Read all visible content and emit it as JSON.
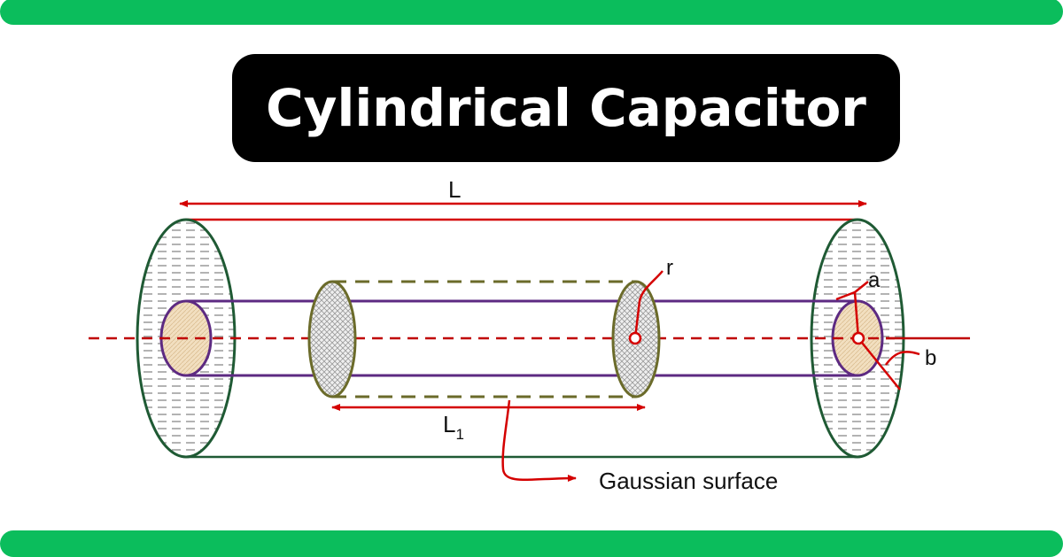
{
  "title": "Cylindrical Capacitor",
  "colors": {
    "accent_bar": "#0bbd5c",
    "outer_cylinder": "#1f5a34",
    "inner_conductor": "#5d2a82",
    "gaussian_surface": "#6b6b2a",
    "dimension_arrows": "#d40000",
    "inner_fill": "#f2dfc0"
  },
  "labels": {
    "length": "L",
    "gaussian_length": "L",
    "gaussian_length_sub": "1",
    "radius_gaussian": "r",
    "radius_inner": "a",
    "radius_outer": "b",
    "gaussian_surface": "Gaussian surface"
  }
}
